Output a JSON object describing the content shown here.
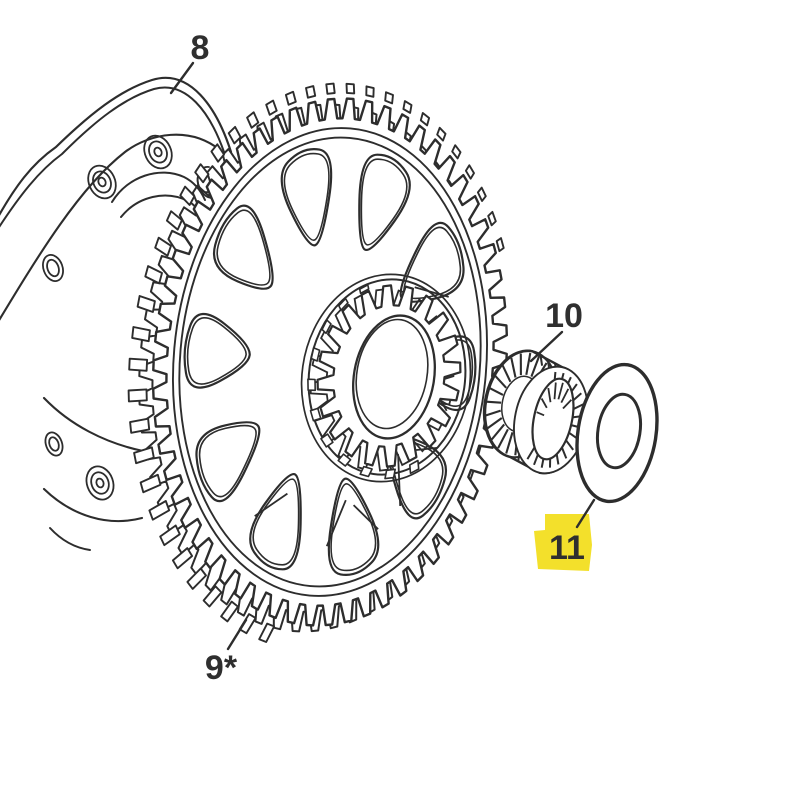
{
  "diagram": {
    "background_color": "#ffffff",
    "line_color": "#2d2d2d",
    "text_color": "#2f2f2f",
    "highlight_color": "#f3e02b",
    "parts": [
      {
        "label": "8",
        "name": "clutch-housing-ring",
        "highlighted": false
      },
      {
        "label": "9*",
        "name": "primary-driven-gear",
        "highlighted": false
      },
      {
        "label": "10",
        "name": "needle-roller-bearing",
        "highlighted": false
      },
      {
        "label": "11",
        "name": "thrust-washer",
        "highlighted": true
      }
    ]
  }
}
